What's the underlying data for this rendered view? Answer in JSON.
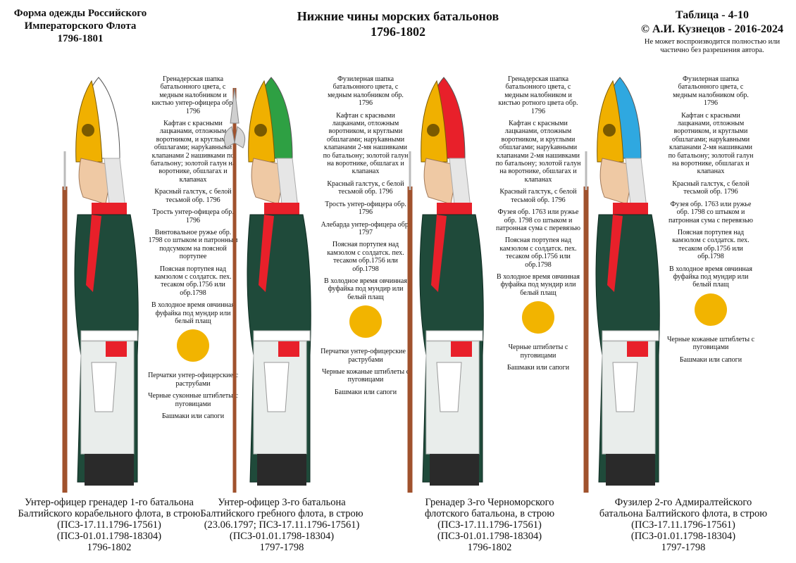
{
  "header": {
    "left": [
      "Форма одежды Российского",
      "Императорского Флота",
      "1796-1801"
    ],
    "center": [
      "Нижние чины морских батальонов",
      "1796-1802"
    ],
    "right_title": [
      "Таблица - 4-10",
      "© А.И. Кузнецов - 2016-2024"
    ],
    "right_note": "Не может воспроизводится полностью или частично без разрешения автора."
  },
  "colors": {
    "coat": "#1f4a3a",
    "lapel": "#e8202a",
    "helmet": "#f0b000",
    "gold": "#f2b400",
    "white": "#ffffff",
    "skin": "#efc9a4",
    "boot": "#2a2a2a",
    "stock": "#a0522d"
  },
  "figures": [
    {
      "icon": "grenadier-nco-figure",
      "cap_back_color": "#ffffff",
      "cap_front_color": "#f0b000",
      "weapon": "musket",
      "notes": [
        "Гренадерская шапка батальонного цвета, с медным налобником и кистью унтер-офицера обр. 1796",
        "Кафтан с красными лацканами, отложным воротником, и круглыми обшлагами; наруkавными клапанами 2 нашивками по батальону; золотой галун на воротнике, обшлагах и клапанах",
        "Красный галстук, с белой тесьмой обр. 1796",
        "Трость унтер-офицера обр. 1796",
        "Винтовальное ружье обр. 1798 со штыком и патронным подсумком на поясной портупее",
        "Поясная портупея над камзолом с солдатск. пех. тесаком обр.1756 или обр.1798",
        "В холодное время овчинная фуфайка под мундир или белый плащ"
      ],
      "notes_lower": [
        "Перчатки унтер-офицерские с раструбами",
        "Черные суконные штиблеты с пуговицами",
        "Башмаки или сапоги"
      ],
      "caption": [
        "Унтер-офицер гренадер 1-го батальона",
        "Балтийского корабельного флота, в строю",
        "(ПСЗ-17.11.1796-17561)",
        "(ПСЗ-01.01.1798-18304)",
        "1796-1802"
      ]
    },
    {
      "icon": "fusilier-nco-figure",
      "cap_back_color": "#2ea043",
      "cap_front_color": "#f0b000",
      "weapon": "halberd",
      "notes": [
        "Фузилерная шапка батальонного цвета, с медным налобником обр. 1796",
        "Кафтан с красными лацканами, отложным воротником, и круглыми обшлагами; наруkавными клапанами 2-мя нашивками по батальону; золотой галун на воротнике, обшлагах и клапанах",
        "Красный галстук, с белой тесьмой обр. 1796",
        "Трость унтер-офицера обр. 1796",
        "Алебарда унтер-офицера обр. 1797",
        "Поясная портупея над камзолом с солдатск. пех. тесаком обр.1756 или обр.1798",
        "В холодное время овчинная фуфайка под мундир или белый плащ"
      ],
      "notes_lower": [
        "Перчатки унтер-офицерские с раструбами",
        "Черные кожаные штиблеты с пуговицами",
        "Башмаки или сапоги"
      ],
      "caption": [
        "Унтер-офицер 3-го батальона",
        "Балтийского гребного флота, в строю",
        "(23.06.1797; ПСЗ-17.11.1796-17561)",
        "(ПСЗ-01.01.1798-18304)",
        "1797-1798"
      ]
    },
    {
      "icon": "grenadier-figure",
      "cap_back_color": "#e8202a",
      "cap_front_color": "#f0b000",
      "weapon": "musket",
      "notes": [
        "Гренадерская шапка батальонного цвета, с медным налобником и кистью ротного цвета обр. 1796",
        "Кафтан с красными лацканами, отложным воротником, и круглыми обшлагами; наруkавными клапанами 2-мя нашивками по батальону; золотой галун на воротнике, обшлагах и клапанах",
        "Красный галстук, с белой тесьмой обр. 1796",
        "Фузея обр. 1763 или ружье обр. 1798 со штыком и патронная сума с перевязью",
        "Поясная портупея над камзолом с солдатск. пех. тесаком обр.1756 или обр.1798",
        "В холодное время овчинная фуфайка под мундир или белый плащ"
      ],
      "notes_lower": [
        "Черные штиблеты с пуговицами",
        "Башмаки или сапоги"
      ],
      "caption": [
        "Гренадер 3-го Черноморского",
        "флотского батальона, в строю",
        "(ПСЗ-17.11.1796-17561)",
        "(ПСЗ-01.01.1798-18304)",
        "1796-1802"
      ]
    },
    {
      "icon": "fusilier-figure",
      "cap_back_color": "#2fa8e0",
      "cap_front_color": "#f0b000",
      "weapon": "musket",
      "notes": [
        "Фузилерная шапка батальонного цвета, с медным налобником обр. 1796",
        "Кафтан с красными лацканами, отложным воротником, и круглыми обшлагами; наруkавными клапанами 2-мя нашивками по батальону; золотой галун на воротнике, обшлагах и клапанах",
        "Красный галстук, с белой тесьмой обр. 1796",
        "Фузея обр. 1763 или ружье обр. 1798 со штыком и патронная сума с перевязью",
        "Поясная портупея над камзолом с солдатск. пех. тесаком обр.1756 или обр.1798",
        "В холодное время овчинная фуфайка под мундир или белый плащ"
      ],
      "notes_lower": [
        "Черные кожаные штиблеты с пуговицами",
        "Башмаки или сапоги"
      ],
      "caption": [
        "Фузилер 2-го Адмиралтейского",
        "батальона Балтийского флота, в строю",
        "(ПСЗ-17.11.1796-17561)",
        "(ПСЗ-01.01.1798-18304)",
        "1797-1798"
      ]
    }
  ]
}
